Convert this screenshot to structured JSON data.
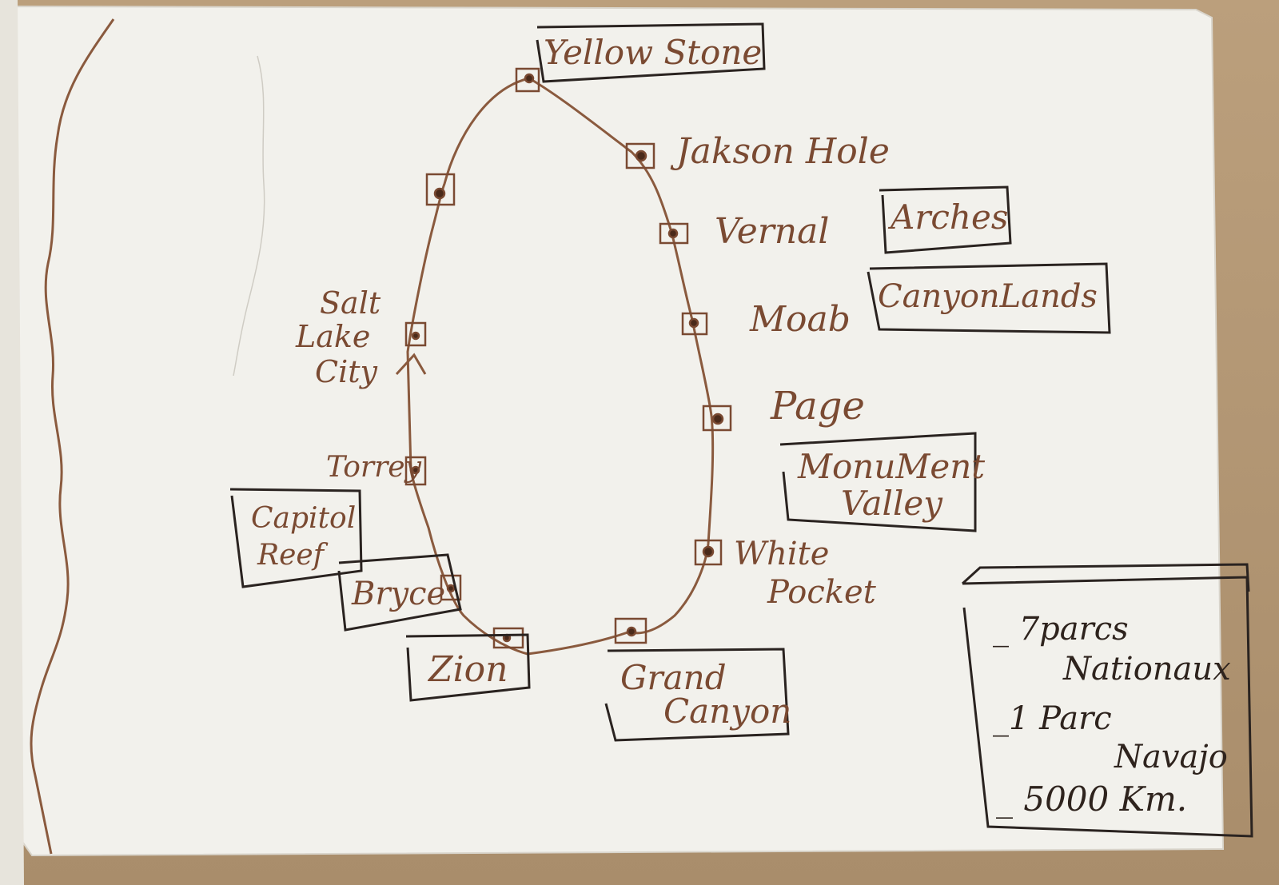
{
  "colors": {
    "paper": "#f2f1ec",
    "ink_brown": "#7a4a32",
    "ink_black": "#2a2320",
    "desk": "#b59a78"
  },
  "stops": {
    "yellowstone": "Yellow Stone",
    "jackson_hole": "Jakson Hole",
    "vernal": "Vernal",
    "moab": "Moab",
    "page": "Page",
    "white_pocket": [
      "White",
      "Pocket"
    ],
    "salt_lake_city": [
      "Salt",
      "Lake",
      "City"
    ],
    "torrey": "Torrey"
  },
  "parks": {
    "arches": "Arches",
    "canyonlands": "CanyonLands",
    "monument_valley": [
      "MonuMent",
      "Valley"
    ],
    "capitol_reef": [
      "Capitol",
      "Reef"
    ],
    "bryce": "Bryce",
    "zion": "Zion",
    "grand_canyon": [
      "Grand",
      "Canyon"
    ]
  },
  "legend": {
    "line1": [
      "_ 7parcs",
      "Nationaux"
    ],
    "line2": [
      "_1 Parc",
      "Navajo"
    ],
    "line3": "_ 5000 Km."
  }
}
